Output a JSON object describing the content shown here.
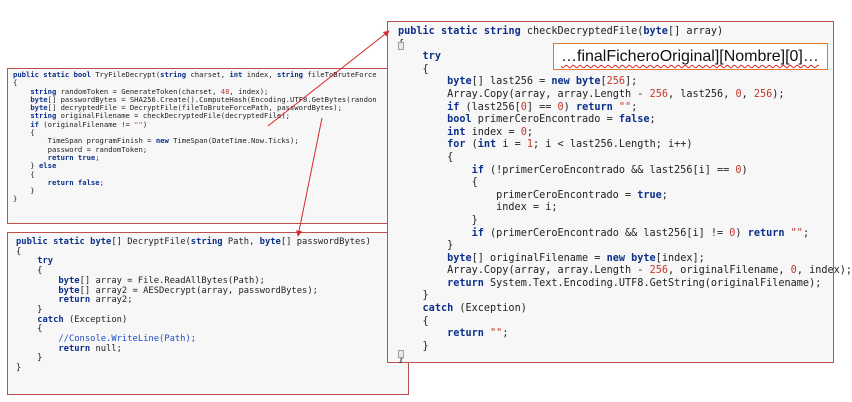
{
  "panels": {
    "try_decrypt": {
      "lines": [
        "public static bool TryFileDecrypt(string charset, int index, string fileToBruteForce",
        "{",
        "    string randomToken = GenerateToken(charset, 48, index);",
        "    byte[] passwordBytes = SHA256.Create().ComputeHash(Encoding.UTF8.GetBytes(randon",
        "    byte[] decryptedFile = DecryptFile(fileToBruteForcePath, passwordBytes);",
        "    string originalFilename = checkDecryptedFile(decryptedFile);",
        "    if (originalFilename != \"\")",
        "    {",
        "        TimeSpan programFinish = new TimeSpan(DateTime.Now.Ticks);",
        "        password = randomToken;",
        "        return true;",
        "    } else",
        "    {",
        "        return false;",
        "    }",
        "}"
      ]
    },
    "decrypt_file": {
      "lines": [
        "public static byte[] DecryptFile(string Path, byte[] passwordBytes)",
        "{",
        "    try",
        "    {",
        "        byte[] array = File.ReadAllBytes(Path);",
        "        byte[] array2 = AESDecrypt(array, passwordBytes);",
        "        return array2;",
        "    }",
        "    catch (Exception)",
        "    {",
        "        //Console.WriteLine(Path);",
        "        return null;",
        "    }",
        "}"
      ]
    },
    "check_decrypted": {
      "lines": [
        "public static string checkDecryptedFile(byte[] array)",
        "{",
        "    try",
        "    {",
        "        byte[] last256 = new byte[256];",
        "        Array.Copy(array, array.Length - 256, last256, 0, 256);",
        "        if (last256[0] == 0) return \"\";",
        "        bool primerCeroEncontrado = false;",
        "        int index = 0;",
        "        for (int i = 1; i < last256.Length; i++)",
        "        {",
        "            if (!primerCeroEncontrado && last256[i] == 0)",
        "            {",
        "                primerCeroEncontrado = true;",
        "                index = i;",
        "            }",
        "            if (primerCeroEncontrado && last256[i] != 0) return \"\";",
        "        }",
        "        byte[] originalFilename = new byte[index];",
        "        Array.Copy(array, array.Length - 256, originalFilename, 0, index);",
        "        return System.Text.Encoding.UTF8.GetString(originalFilename);",
        "    }",
        "    catch (Exception)",
        "    {",
        "        return \"\";",
        "    }",
        "}"
      ]
    }
  },
  "callout": {
    "text": "…finalFicheroOriginal][Nombre][0]…"
  },
  "colors": {
    "panel_border": "#c0504d",
    "keyword": "#0b2f8a",
    "literal": "#c0392b",
    "comment": "#1f4fbf",
    "callout_border": "#e07a2a",
    "arrow": "#d62828"
  }
}
